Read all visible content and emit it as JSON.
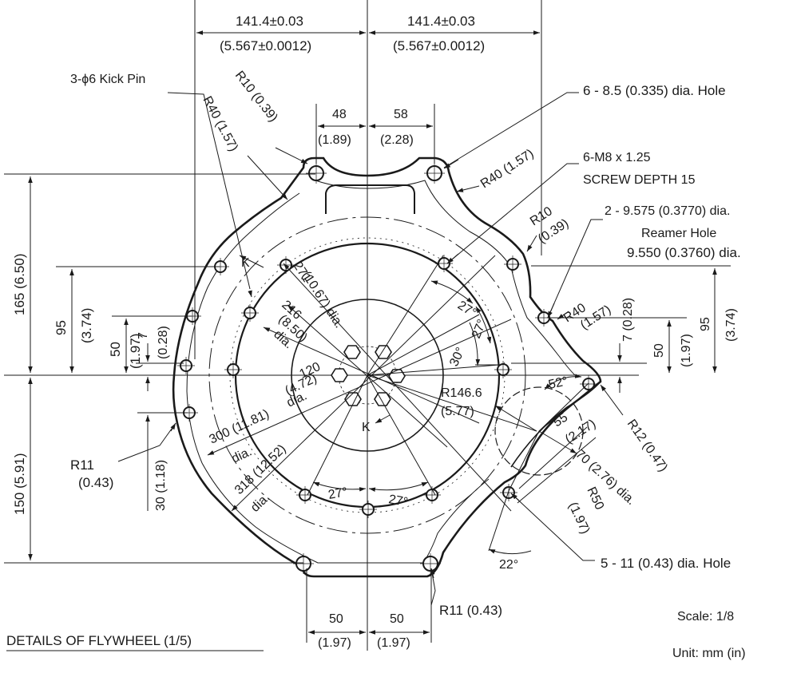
{
  "title": "DETAILS OF FLYWHEEL (1/5)",
  "scale": "Scale:  1/8",
  "unit": "Unit:  mm (in)",
  "annotations": [
    {
      "id": "dim-top-left-mm",
      "text": "141.4±0.03"
    },
    {
      "id": "dim-top-left-in",
      "text": "(5.567±0.0012)"
    },
    {
      "id": "dim-top-right-mm",
      "text": "141.4±0.03"
    },
    {
      "id": "dim-top-right-in",
      "text": "(5.567±0.0012)"
    },
    {
      "id": "kick-pin",
      "text": "3-ϕ6 Kick Pin"
    },
    {
      "id": "r10-top",
      "text": "R10 (0.39)"
    },
    {
      "id": "r40-top-left",
      "text": "R40 (1.57)"
    },
    {
      "id": "dim-48",
      "text": "48"
    },
    {
      "id": "dim-48-in",
      "text": "(1.89)"
    },
    {
      "id": "dim-58",
      "text": "58"
    },
    {
      "id": "dim-58-in",
      "text": "(2.28)"
    },
    {
      "id": "hole-6",
      "text": "6 - 8.5 (0.335) dia. Hole"
    },
    {
      "id": "m8",
      "text": "6-M8 x 1.25"
    },
    {
      "id": "screw-depth",
      "text": "SCREW DEPTH 15"
    },
    {
      "id": "r40-top-right",
      "text": "R40 (1.57)"
    },
    {
      "id": "reamer-1",
      "text": "2 - 9.575 (0.3770) dia."
    },
    {
      "id": "reamer-2",
      "text": "Reamer Hole"
    },
    {
      "id": "reamer-3",
      "text": "9.550 (0.3760) dia."
    },
    {
      "id": "r10-right",
      "text": "R10"
    },
    {
      "id": "r10-right-in",
      "text": "(0.39)"
    },
    {
      "id": "r40-right",
      "text": "R40"
    },
    {
      "id": "r40-right-in",
      "text": "(1.57)"
    },
    {
      "id": "dim-7-right",
      "text": "7 (0.28)"
    },
    {
      "id": "dim-50-right",
      "text": "50"
    },
    {
      "id": "dim-50-right-in",
      "text": "(1.97)"
    },
    {
      "id": "dim-95-right",
      "text": "95"
    },
    {
      "id": "dim-95-right-in",
      "text": "(3.74)"
    },
    {
      "id": "dim-165",
      "text": "165 (6.50)"
    },
    {
      "id": "dim-150",
      "text": "150 (5.91)"
    },
    {
      "id": "dim-95-left",
      "text": "95"
    },
    {
      "id": "dim-95-left-in",
      "text": "(3.74)"
    },
    {
      "id": "dim-50-left",
      "text": "50"
    },
    {
      "id": "dim-50-left-in",
      "text": "(1.97)"
    },
    {
      "id": "dim-7-left",
      "text": "7"
    },
    {
      "id": "dim-7-left-in",
      "text": "(0.28)"
    },
    {
      "id": "dim-30",
      "text": "30 (1.18)"
    },
    {
      "id": "r11-left",
      "text": "R11"
    },
    {
      "id": "r11-left-in",
      "text": "(0.43)"
    },
    {
      "id": "k-top",
      "text": "K"
    },
    {
      "id": "k-bottom",
      "text": "K"
    },
    {
      "id": "dia-271",
      "text": "271"
    },
    {
      "id": "dia-271-in",
      "text": "(10.67) dia."
    },
    {
      "id": "dia-216",
      "text": "216"
    },
    {
      "id": "dia-216-in",
      "text": "(8.50)"
    },
    {
      "id": "dia-216-dia",
      "text": "dia."
    },
    {
      "id": "dia-120",
      "text": "120"
    },
    {
      "id": "dia-120-in",
      "text": "(4.72)"
    },
    {
      "id": "dia-120-dia",
      "text": "dia."
    },
    {
      "id": "dia-300",
      "text": "300 (11.81)"
    },
    {
      "id": "dia-300-dia",
      "text": "dia."
    },
    {
      "id": "dia-318",
      "text": "318 (12.52)"
    },
    {
      "id": "dia-318-dia",
      "text": "dia."
    },
    {
      "id": "r146",
      "text": "R146.6"
    },
    {
      "id": "r146-in",
      "text": "(5.77)"
    },
    {
      "id": "ang-27-a",
      "text": "27°"
    },
    {
      "id": "ang-27-b",
      "text": "27°"
    },
    {
      "id": "ang-30",
      "text": "30°"
    },
    {
      "id": "ang-52",
      "text": "52°"
    },
    {
      "id": "dim-55",
      "text": "55"
    },
    {
      "id": "dim-55-in",
      "text": "(2.17)"
    },
    {
      "id": "dia-70",
      "text": "70 (2.76) dia."
    },
    {
      "id": "r50",
      "text": "R50"
    },
    {
      "id": "r50-in",
      "text": "(1.97)"
    },
    {
      "id": "r12",
      "text": "R12 (0.47)"
    },
    {
      "id": "ang-27-c",
      "text": "27°"
    },
    {
      "id": "ang-27-d",
      "text": "27°"
    },
    {
      "id": "ang-22",
      "text": "22°"
    },
    {
      "id": "hole-5",
      "text": "5 - 11 (0.43) dia. Hole"
    },
    {
      "id": "r11-bottom",
      "text": "R11 (0.43)"
    },
    {
      "id": "dim-50-bottom-left",
      "text": "50"
    },
    {
      "id": "dim-50-bottom-left-in",
      "text": "(1.97)"
    },
    {
      "id": "dim-50-bottom-right",
      "text": "50"
    },
    {
      "id": "dim-50-bottom-right-in",
      "text": "(1.97)"
    }
  ]
}
